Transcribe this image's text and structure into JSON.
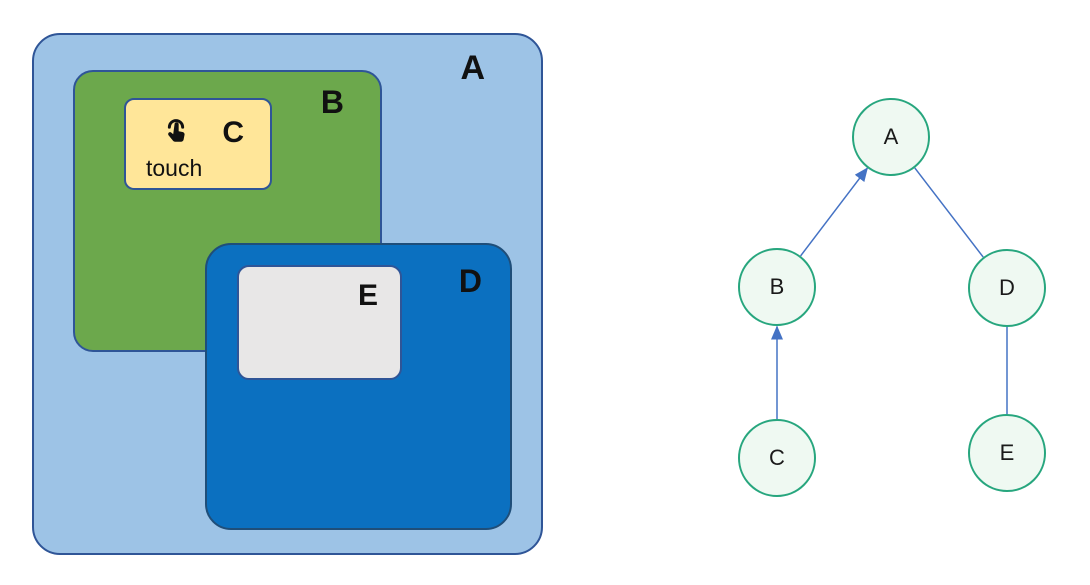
{
  "figure": {
    "description": "nested-elements-diagram",
    "boxes": [
      {
        "id": "A",
        "label": "A",
        "fill": "#9DC3E6",
        "border": "#2F5597",
        "parent": null
      },
      {
        "id": "B",
        "label": "B",
        "fill": "#6CA84C",
        "border": "#2F5597",
        "parent": "A"
      },
      {
        "id": "C",
        "label": "C",
        "fill": "#FFE699",
        "border": "#2F5597",
        "parent": "B"
      },
      {
        "id": "D",
        "label": "D",
        "fill": "#0B70C0",
        "border": "#1F4E79",
        "parent": "A"
      },
      {
        "id": "E",
        "label": "E",
        "fill": "#E8E7E7",
        "border": "#2F5597",
        "parent": "D"
      }
    ],
    "touch": {
      "label": "touch",
      "icon": "tap-gesture-icon",
      "icon_color": "#111111",
      "target_box": "C"
    }
  },
  "tree": {
    "description": "hierarchy-tree-with-bubbling-arrows",
    "nodes": [
      {
        "id": "A",
        "label": "A"
      },
      {
        "id": "B",
        "label": "B"
      },
      {
        "id": "D",
        "label": "D"
      },
      {
        "id": "C",
        "label": "C"
      },
      {
        "id": "E",
        "label": "E"
      }
    ],
    "edges": [
      {
        "from": "B",
        "to": "A",
        "arrow": true
      },
      {
        "from": "C",
        "to": "B",
        "arrow": true
      },
      {
        "from": "A",
        "to": "D",
        "arrow": false
      },
      {
        "from": "D",
        "to": "E",
        "arrow": false
      }
    ],
    "node_fill": "#EFF9F2",
    "node_border": "#27A67E",
    "edge_color": "#4472C4"
  }
}
